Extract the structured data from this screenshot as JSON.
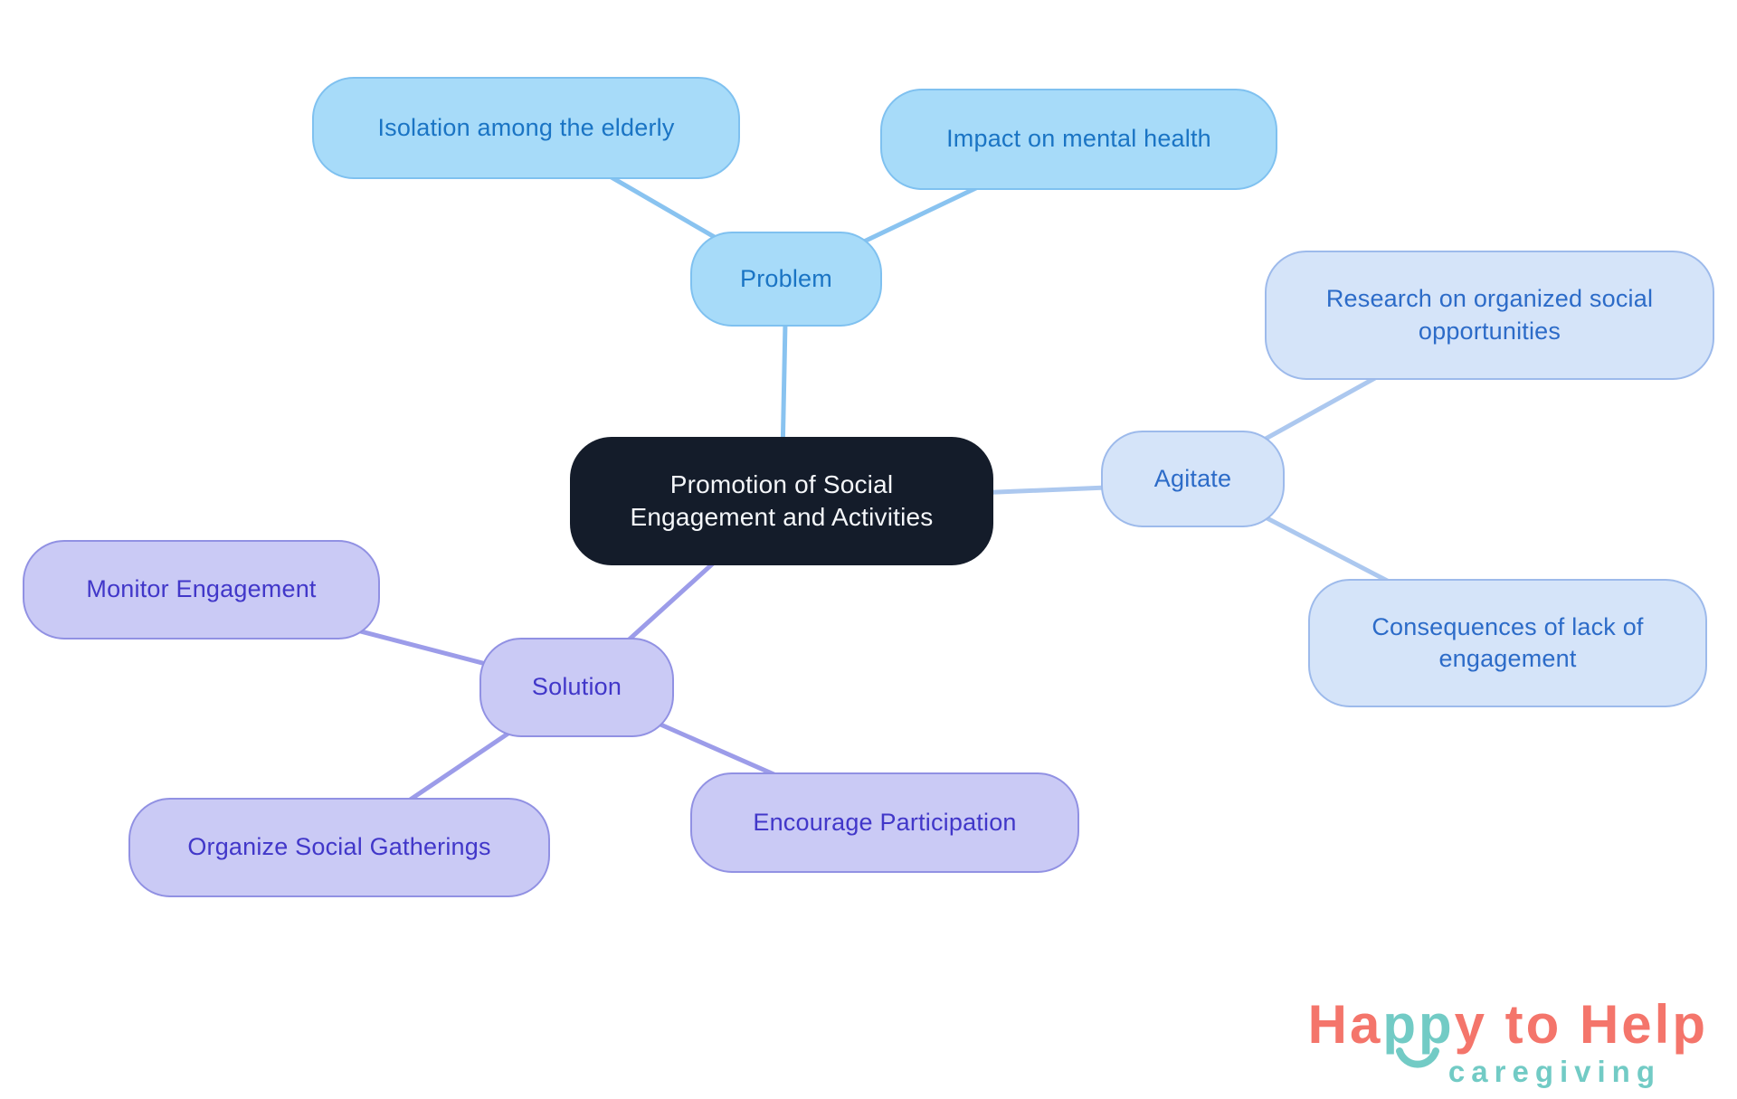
{
  "diagram": {
    "title": "Promotion of Social Engagement and Activities",
    "nodes": {
      "root": {
        "label": "Promotion of Social Engagement and Activities"
      },
      "problem": {
        "label": "Problem"
      },
      "isolation": {
        "label": "Isolation among the elderly"
      },
      "impact": {
        "label": "Impact on mental health"
      },
      "agitate": {
        "label": "Agitate"
      },
      "research": {
        "label": "Research on organized social opportunities"
      },
      "consequences": {
        "label": "Consequences of lack of engagement"
      },
      "solution": {
        "label": "Solution"
      },
      "monitor": {
        "label": "Monitor Engagement"
      },
      "organize": {
        "label": "Organize Social Gatherings"
      },
      "encourage": {
        "label": "Encourage Participation"
      }
    },
    "connections": [
      {
        "from": "root",
        "to": "problem"
      },
      {
        "from": "problem",
        "to": "isolation"
      },
      {
        "from": "problem",
        "to": "impact"
      },
      {
        "from": "root",
        "to": "agitate"
      },
      {
        "from": "agitate",
        "to": "research"
      },
      {
        "from": "agitate",
        "to": "consequences"
      },
      {
        "from": "root",
        "to": "solution"
      },
      {
        "from": "solution",
        "to": "monitor"
      },
      {
        "from": "solution",
        "to": "organize"
      },
      {
        "from": "solution",
        "to": "encourage"
      }
    ],
    "colors": {
      "root_fill": "#141C2A",
      "root_text": "#F5F7FA",
      "problem_fill": "#A7DBF9",
      "problem_border": "#7FC1F0",
      "problem_text": "#1A74C4",
      "problem_line": "#89C3F0",
      "agitate_fill": "#D5E4F9",
      "agitate_border": "#9DBAEB",
      "agitate_text": "#2C6BC8",
      "agitate_line": "#ACC8EF",
      "solution_fill": "#CACAF5",
      "solution_border": "#9191E3",
      "solution_text": "#4137C9",
      "solution_line": "#9C9CE9",
      "background": "#FFFFFF"
    }
  },
  "logo": {
    "title_part_ha": "Ha",
    "title_part_pp": "pp",
    "title_part_rest": "y to Help",
    "subtitle": "caregiving",
    "coral": "#F4756B",
    "teal": "#72CBC5"
  }
}
